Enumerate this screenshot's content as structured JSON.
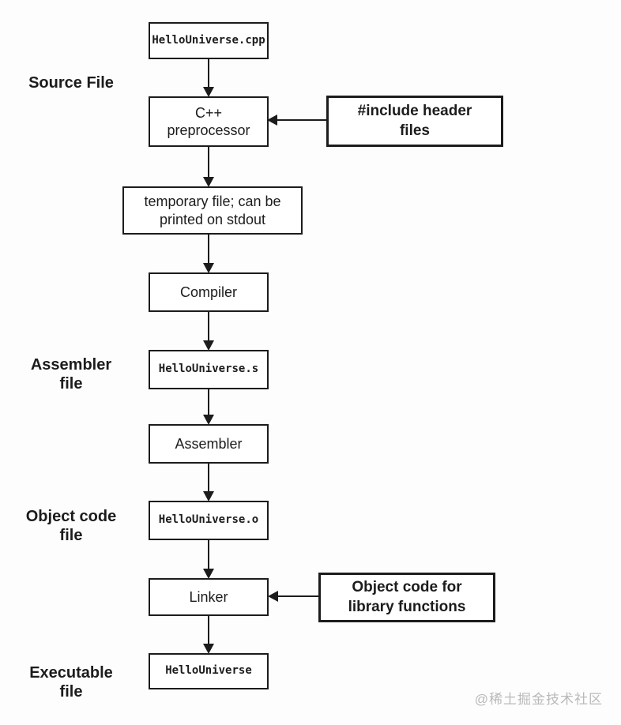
{
  "stages": {
    "source": "Source File",
    "assembler": "Assembler\nfile",
    "object_code": "Object code\nfile",
    "executable": "Executable\nfile"
  },
  "nodes": {
    "source_file": "HelloUniverse.cpp",
    "preprocessor": "C++\npreprocessor",
    "temp_file": "temporary file; can be\nprinted on stdout",
    "compiler": "Compiler",
    "assembly_file": "HelloUniverse.s",
    "assembler": "Assembler",
    "object_file": "HelloUniverse.o",
    "linker": "Linker",
    "executable_file": "HelloUniverse"
  },
  "annotations": {
    "header_files": "#include header\nfiles",
    "library_objects": "Object code for\nlibrary functions"
  },
  "watermark": "@稀土掘金技术社区",
  "colors": {
    "line": "#1c1c1c",
    "text": "#1c1c1c",
    "box_background": "#ffffff",
    "page_background": "#fdfdfd",
    "watermark": "#b9b9b9"
  }
}
